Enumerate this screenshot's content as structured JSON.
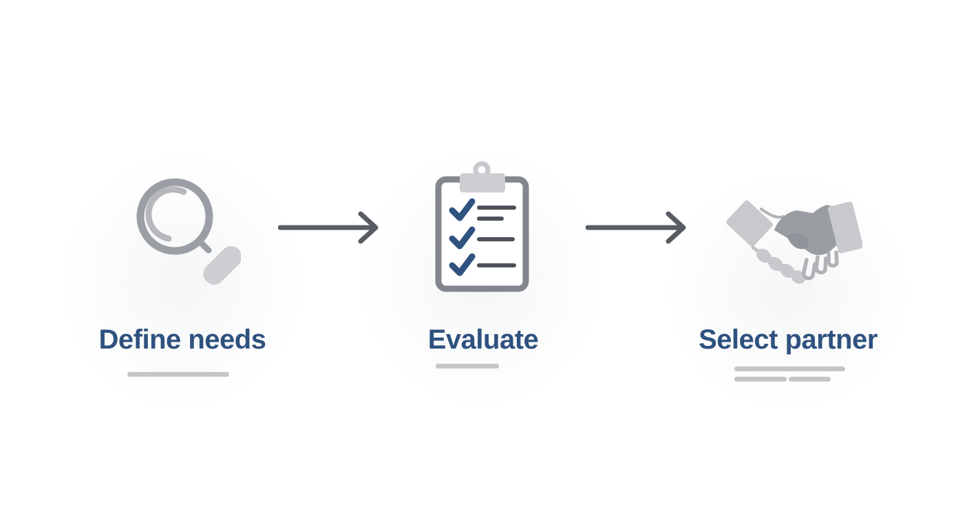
{
  "diagram": {
    "name": "vendor-selection-process",
    "background": "#ffffff",
    "steps": [
      {
        "label": "Define needs",
        "icon": "magnifier-icon"
      },
      {
        "label": "Evaluate",
        "icon": "clipboard-checklist-icon"
      },
      {
        "label": "Select partner",
        "icon": "handshake-icon"
      }
    ],
    "connectors": [
      {
        "type": "arrow-right"
      },
      {
        "type": "arrow-right"
      }
    ],
    "colors": {
      "label_text": "#2f527f",
      "arrow": "#585d64",
      "icon_gray": "#9a9da2",
      "icon_light_gray": "#c9cbce",
      "clipboard_border": "#83868d",
      "check_blue": "#2f527f",
      "list_line": "#4d5158",
      "underline_bar": "#c5c5c7"
    }
  }
}
